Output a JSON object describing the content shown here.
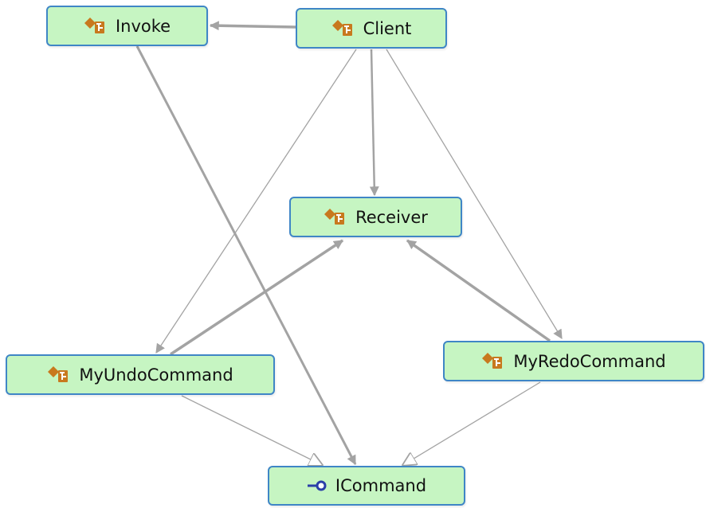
{
  "nodes": {
    "invoke": {
      "label": "Invoke",
      "icon": "class-icon"
    },
    "client": {
      "label": "Client",
      "icon": "class-icon"
    },
    "receiver": {
      "label": "Receiver",
      "icon": "class-icon"
    },
    "undo": {
      "label": "MyUndoCommand",
      "icon": "class-icon"
    },
    "redo": {
      "label": "MyRedoCommand",
      "icon": "class-icon"
    },
    "icommand": {
      "label": "ICommand",
      "icon": "interface-icon"
    }
  },
  "edges": [
    {
      "from": "client",
      "to": "invoke",
      "kind": "association"
    },
    {
      "from": "client",
      "to": "receiver",
      "kind": "association"
    },
    {
      "from": "client",
      "to": "undo",
      "kind": "association"
    },
    {
      "from": "client",
      "to": "redo",
      "kind": "association"
    },
    {
      "from": "invoke",
      "to": "icommand",
      "kind": "association"
    },
    {
      "from": "undo",
      "to": "receiver",
      "kind": "association"
    },
    {
      "from": "redo",
      "to": "receiver",
      "kind": "association"
    },
    {
      "from": "undo",
      "to": "icommand",
      "kind": "inheritance"
    },
    {
      "from": "redo",
      "to": "icommand",
      "kind": "inheritance"
    }
  ],
  "colors": {
    "node_fill": "#c6f5c2",
    "node_border": "#3f86c6",
    "edge": "#a3a3a3",
    "class_icon": "#c8791e",
    "interface_icon": "#2a3fa8"
  }
}
